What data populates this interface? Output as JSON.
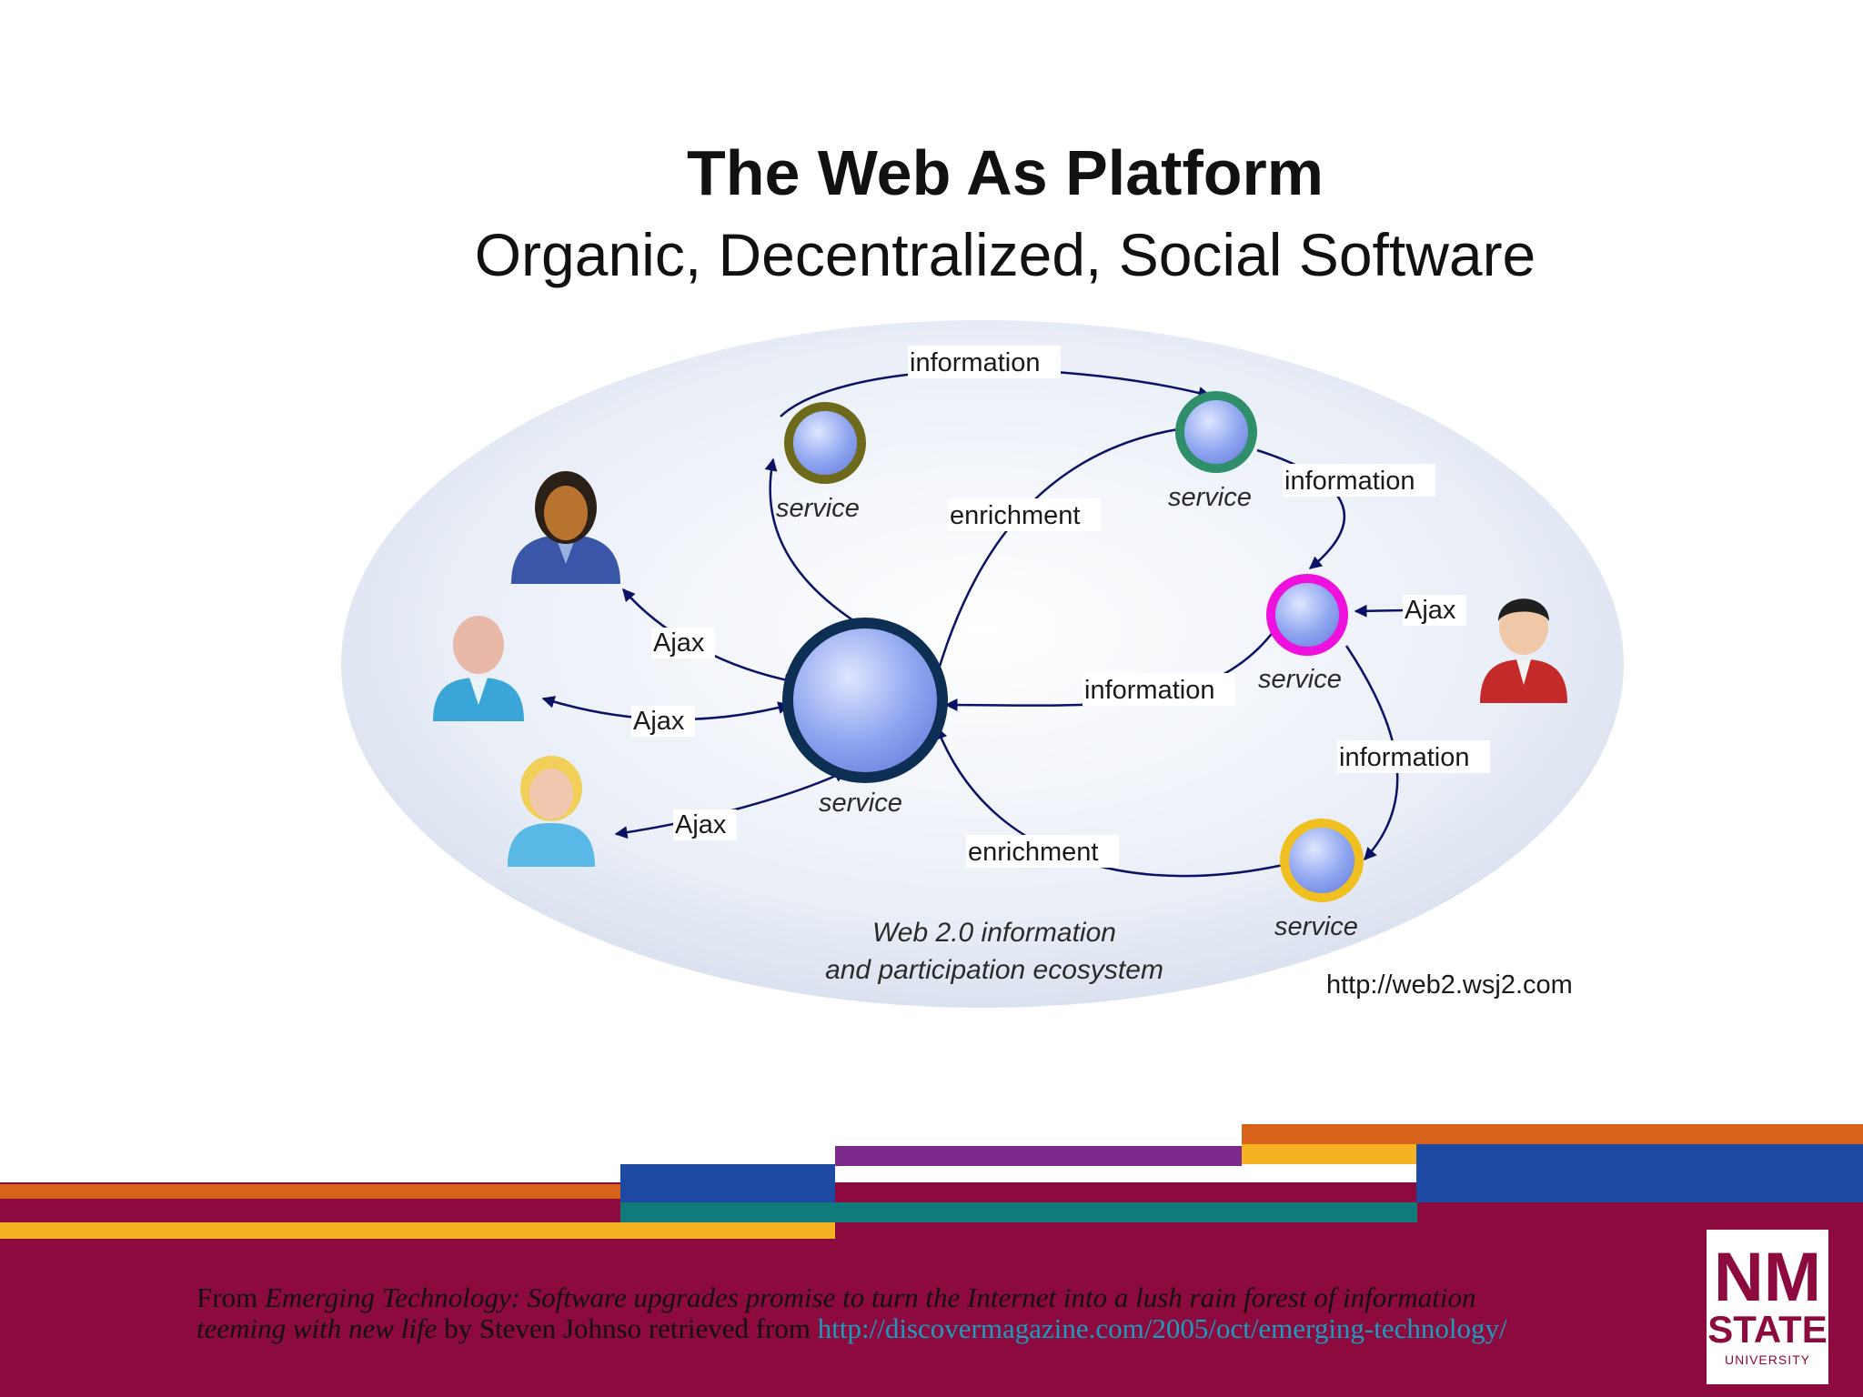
{
  "slide": {
    "title": "The Web As Platform",
    "subtitle": "Organic, Decentralized, Social Software"
  },
  "diagram": {
    "nodes": [
      {
        "id": "center",
        "label": "service",
        "ring_color": "#0c2f53"
      },
      {
        "id": "top-left",
        "label": "service",
        "ring_color": "#6d6a1c"
      },
      {
        "id": "top-right",
        "label": "service",
        "ring_color": "#2e8f6a"
      },
      {
        "id": "right",
        "label": "service",
        "ring_color": "#ee11dd"
      },
      {
        "id": "bottom-right",
        "label": "service",
        "ring_color": "#f0c020"
      }
    ],
    "edges": [
      {
        "id": "info-top",
        "label": "information"
      },
      {
        "id": "info-right",
        "label": "information"
      },
      {
        "id": "info-mid",
        "label": "information"
      },
      {
        "id": "info-lower",
        "label": "information"
      },
      {
        "id": "enrich-top",
        "label": "enrichment"
      },
      {
        "id": "enrich-bottom",
        "label": "enrichment"
      },
      {
        "id": "ajax-1",
        "label": "Ajax"
      },
      {
        "id": "ajax-2",
        "label": "Ajax"
      },
      {
        "id": "ajax-3",
        "label": "Ajax"
      },
      {
        "id": "ajax-4",
        "label": "Ajax"
      }
    ],
    "users": [
      {
        "id": "user-1",
        "icon": "woman-dark-hair-user-icon"
      },
      {
        "id": "user-2",
        "icon": "bald-man-user-icon"
      },
      {
        "id": "user-3",
        "icon": "blonde-woman-user-icon"
      },
      {
        "id": "user-4",
        "icon": "man-red-jacket-user-icon"
      }
    ],
    "ecosystem_label_line1": "Web 2.0 information",
    "ecosystem_label_line2": "and participation ecosystem",
    "source_url": "http://web2.wsj2.com"
  },
  "footer": {
    "prefix": "From ",
    "article_title_line1": "Emerging Technology: Software upgrades promise to turn the Internet into a lush rain forest of information",
    "article_title_line2": "teeming with new life",
    "byline": " by Steven Johnso retrieved from ",
    "link": "http://discovermagazine.com/2005/oct/emerging-technology/"
  },
  "logo": {
    "line1": "NM",
    "line2": "STATE",
    "line3": "UNIVERSITY"
  },
  "colors": {
    "maroon": "#8c0a3d",
    "orange": "#d8621a",
    "yellow": "#f5b323",
    "blue": "#1f4aa3",
    "purple": "#7c2a8c",
    "teal": "#117a7a",
    "node_fill": "#8fa6f0"
  }
}
